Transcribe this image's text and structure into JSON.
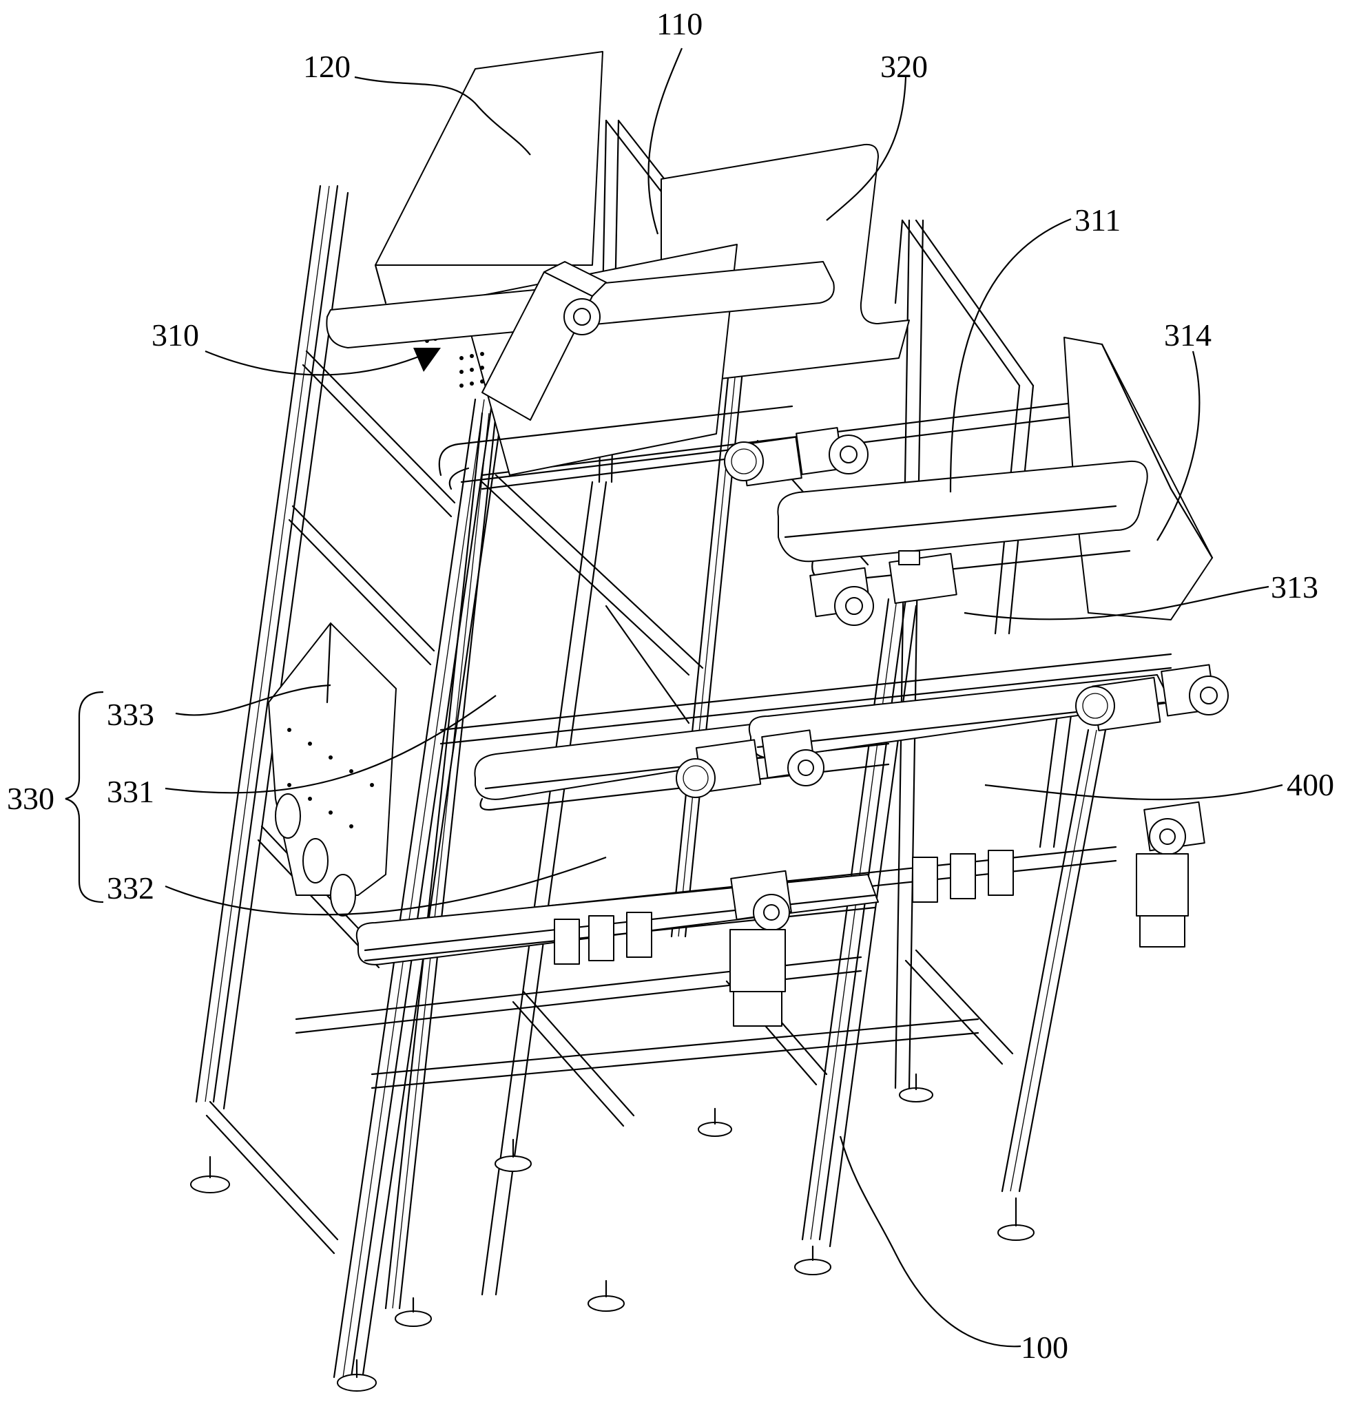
{
  "labels": {
    "l120": "120",
    "l110": "110",
    "l320": "320",
    "l311": "311",
    "l310": "310",
    "l314": "314",
    "l313": "313",
    "l333": "333",
    "l331": "331",
    "l330": "330",
    "l332": "332",
    "l400": "400",
    "l100": "100"
  }
}
